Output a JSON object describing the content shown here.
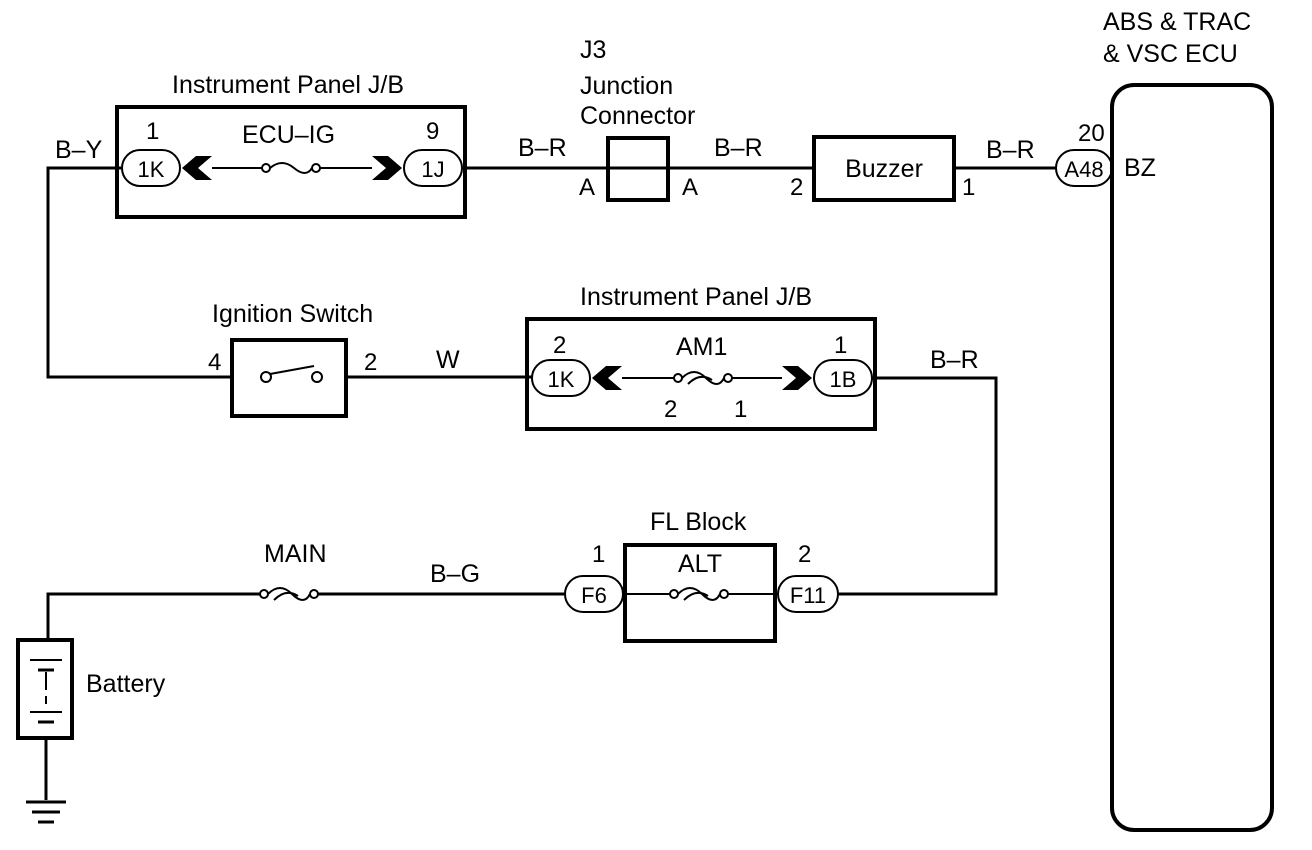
{
  "ecu": {
    "title_line1": "ABS & TRAC",
    "title_line2": "& VSC ECU",
    "terminal": "BZ"
  },
  "jb_top": {
    "title": "Instrument Panel J/B",
    "fuse": "ECU–IG",
    "left_conn": "1K",
    "left_pin": "1",
    "right_conn": "1J",
    "right_pin": "9"
  },
  "j3": {
    "line1": "J3",
    "line2": "Junction",
    "line3": "Connector",
    "left_pin": "A",
    "right_pin": "A"
  },
  "buzzer": {
    "label": "Buzzer",
    "left_pin": "2",
    "right_pin": "1"
  },
  "ecu_conn": {
    "code": "A48",
    "pin": "20"
  },
  "ignition": {
    "title": "Ignition Switch",
    "left_pin": "4",
    "right_pin": "2"
  },
  "jb_mid": {
    "title": "Instrument Panel J/B",
    "fuse": "AM1",
    "left_conn": "1K",
    "left_pin": "2",
    "right_conn": "1B",
    "right_pin": "1",
    "fuse_pin_left": "2",
    "fuse_pin_right": "1"
  },
  "fl_block": {
    "title": "FL Block",
    "fuse": "ALT",
    "left_conn": "F6",
    "left_pin": "1",
    "right_conn": "F11",
    "right_pin": "2"
  },
  "main_fuse": {
    "label": "MAIN"
  },
  "battery": {
    "label": "Battery"
  },
  "wires": {
    "by": "B–Y",
    "br1": "B–R",
    "br2": "B–R",
    "br3": "B–R",
    "br4": "B–R",
    "w": "W",
    "bg": "B–G"
  }
}
